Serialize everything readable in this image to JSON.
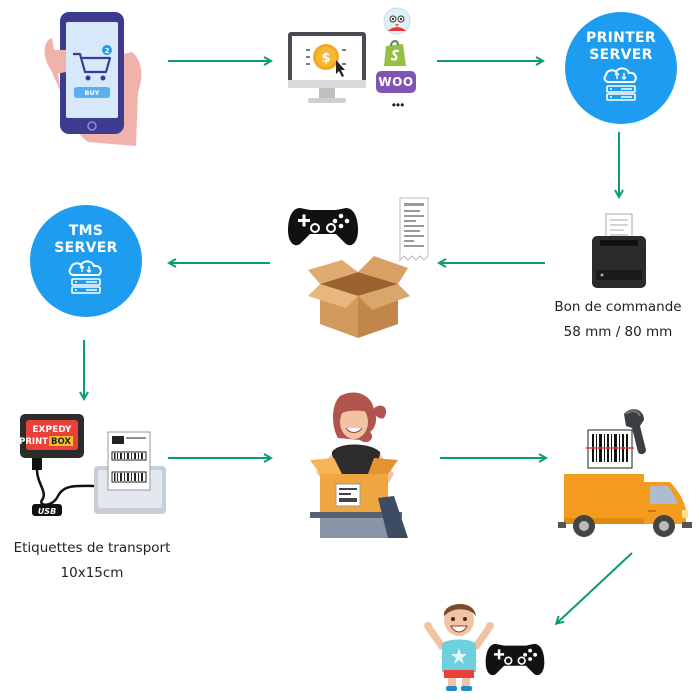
{
  "nodes": {
    "printer_server": {
      "line1": "PRINTER",
      "line2": "SERVER"
    },
    "tms_server": {
      "line1": "TMS",
      "line2": "SERVER"
    }
  },
  "phone": {
    "buy_label": "BUY",
    "cart_badge": "2"
  },
  "platforms": {
    "woo_label": "WOO",
    "more_label": "•••"
  },
  "captions": {
    "order_form_line1": "Bon de commande",
    "order_form_line2": "58 mm / 80 mm",
    "labels_line1": "Etiquettes de transport",
    "labels_line2": "10x15cm"
  },
  "printbox": {
    "brand_top": "EXPEDY",
    "brand_bottom_left": "PRINT",
    "brand_bottom_right": "BOX",
    "usb_label": "USB"
  },
  "colors": {
    "arrow": "#0d9a76",
    "server_circle": "#1e9cf0",
    "truck": "#f39c1f"
  }
}
